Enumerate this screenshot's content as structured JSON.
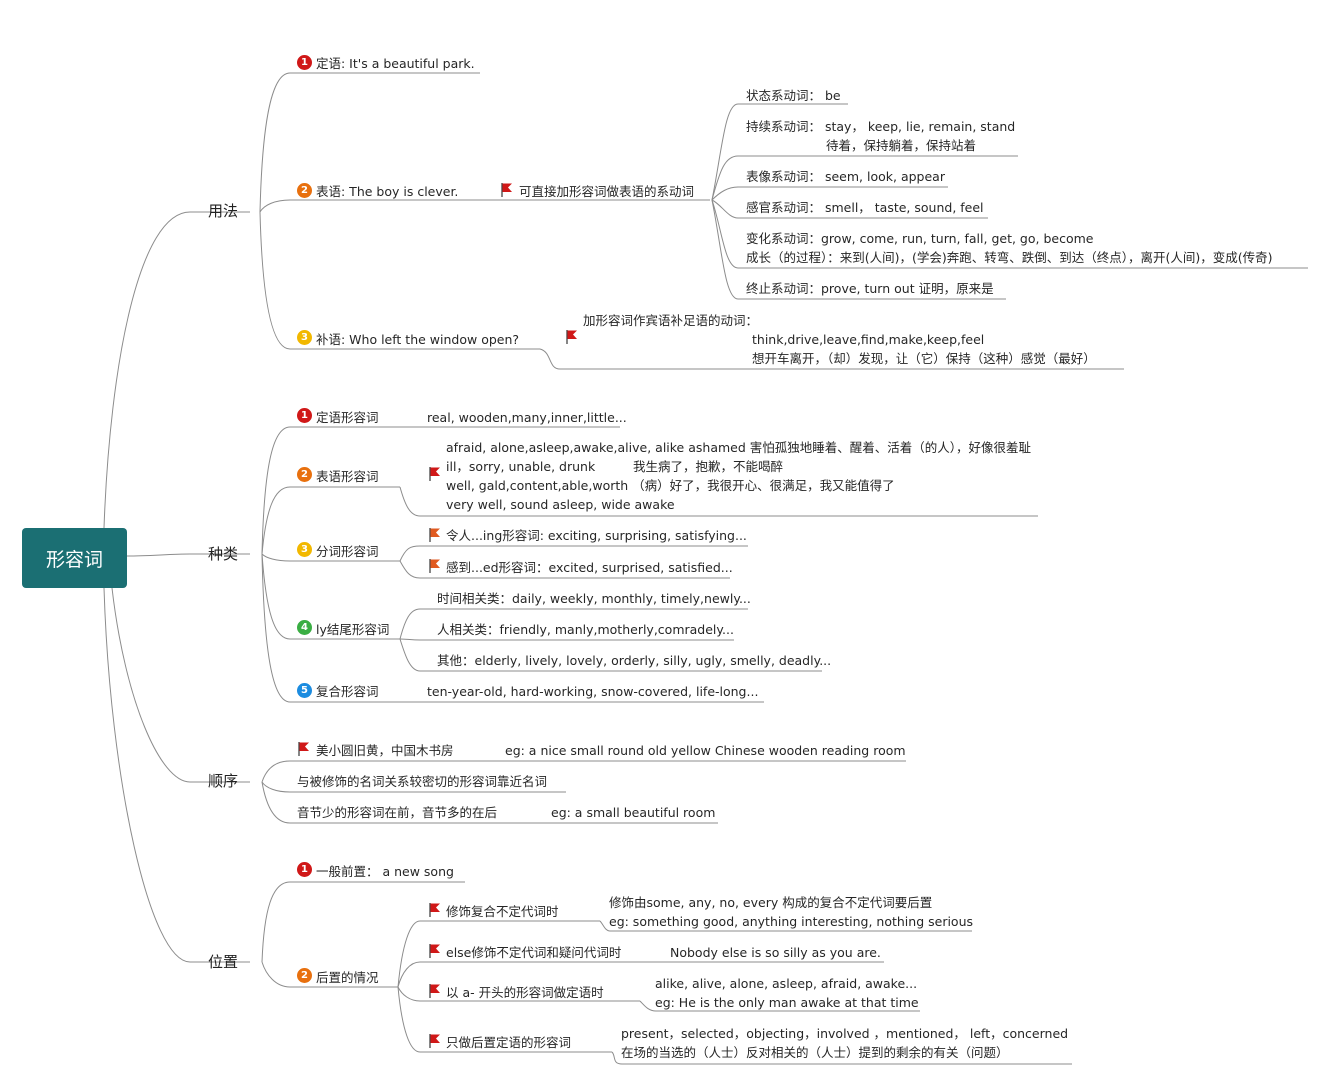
{
  "colors": {
    "root_bg": "#1b6f73",
    "line": "#8c8c8c",
    "flag": "#d01818",
    "badge_1": "#d01818",
    "badge_2": "#e8700e",
    "badge_3": "#f2b800",
    "badge_4": "#3aae43",
    "badge_5": "#1c8ce0"
  },
  "root": "形容词",
  "branches": {
    "usage": "用法",
    "types": "种类",
    "order": "顺序",
    "position": "位置"
  },
  "usage": {
    "attr": {
      "badge": "1",
      "label": "定语: It's a beautiful park."
    },
    "pred": {
      "badge": "2",
      "label": "表语: The boy is clever.",
      "flag_note": "可直接加形容词做表语的系动词"
    },
    "comp": {
      "badge": "3",
      "label": "补语: Who left the window open?",
      "note_title": "加形容词作宾语补足语的动词：",
      "note_line1": "think,drive,leave,find,make,keep,feel",
      "note_line2": "想开车离开，（却）发现，让（它）保持（这种）感觉（最好）"
    },
    "linking": {
      "state": "状态系动词： be",
      "continue1": "持续系动词： stay，  keep, lie, remain, stand",
      "continue2": "待着，保持躺着，保持站着",
      "appear": "表像系动词： seem, look, appear",
      "sense": "感官系动词： smell，  taste, sound, feel",
      "change1": "变化系动词：grow, come, run, turn, fall, get, go, become",
      "change2": "成长（的过程）：来到(人间)，(学会)奔跑、转弯、跌倒、到达（终点），离开(人间)，变成(传奇)",
      "end": "终止系动词：prove, turn out 证明，原来是"
    }
  },
  "types": {
    "attr": {
      "badge": "1",
      "label": "定语形容词",
      "example": "real, wooden,many,inner,little..."
    },
    "pred": {
      "badge": "2",
      "label": "表语形容词",
      "line1": "afraid, alone,asleep,awake,alive, alike ashamed 害怕孤独地睡着、醒着、活着（的人），好像很羞耻",
      "line2a": "ill，sorry, unable, drunk",
      "line2b": "我生病了，抱歉，不能喝醉",
      "line3": "well, gald,content,able,worth （病）好了，我很开心、很满足，我又能值得了",
      "line4": "very well, sound asleep, wide awake"
    },
    "part": {
      "badge": "3",
      "label": "分词形容词",
      "ing": "令人...ing形容词:  exciting, surprising, satisfying...",
      "ed": "感到...ed形容词：excited, surprised, satisfied..."
    },
    "ly": {
      "badge": "4",
      "label": "ly结尾形容词",
      "time": "时间相关类：daily, weekly, monthly, timely,newly...",
      "people": "人相关类：friendly, manly,motherly,comradely...",
      "other": "其他：elderly, lively, lovely, orderly, silly, ugly, smelly, deadly..."
    },
    "compound": {
      "badge": "5",
      "label": "复合形容词",
      "example": "ten-year-old, hard-working, snow-covered, life-long..."
    }
  },
  "order": {
    "rule1": "美小圆旧黄，中国木书房",
    "rule1_eg": "eg: a nice small round old yellow Chinese wooden reading room",
    "rule2": "与被修饰的名词关系较密切的形容词靠近名词",
    "rule3": "音节少的形容词在前，音节多的在后",
    "rule3_eg": "eg: a small beautiful room"
  },
  "position": {
    "front": {
      "badge": "1",
      "label": "一般前置： a new song"
    },
    "post": {
      "badge": "2",
      "label": "后置的情况",
      "indef": "修饰复合不定代词时",
      "indef_1": "修饰由some, any, no, every 构成的复合不定代词要后置",
      "indef_2": "eg: something good, anything interesting, nothing serious",
      "else": "else修饰不定代词和疑问代词时",
      "else_eg": "Nobody else is so silly as you are.",
      "a_prefix": "以 a- 开头的形容词做定语时",
      "a_prefix_1": "alike, alive,  alone, asleep, afraid, awake...",
      "a_prefix_2": "eg: He is the only man awake at that time",
      "only_post": "只做后置定语的形容词",
      "only_post_1": "present，selected，objecting，involved ，mentioned， left，concerned",
      "only_post_2": "在场的当选的（人士）反对相关的（人士）提到的剩余的有关（问题）"
    }
  }
}
